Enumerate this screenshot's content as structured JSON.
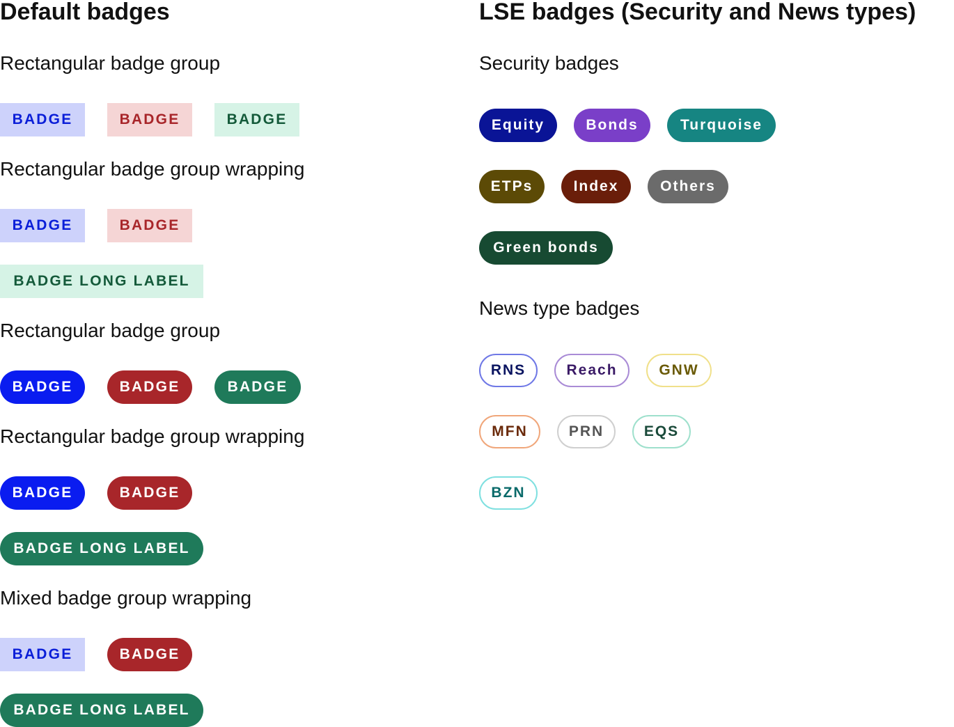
{
  "left": {
    "title": "Default badges",
    "sections": [
      {
        "heading": "Rectangular badge group",
        "rows": [
          [
            "BADGE",
            "BADGE",
            "BADGE"
          ]
        ]
      },
      {
        "heading": "Rectangular badge group wrapping",
        "rows": [
          [
            "BADGE",
            "BADGE"
          ],
          [
            "BADGE LONG LABEL"
          ]
        ]
      },
      {
        "heading": "Rectangular badge group",
        "rows": [
          [
            "BADGE",
            "BADGE",
            "BADGE"
          ]
        ]
      },
      {
        "heading": "Rectangular badge group wrapping",
        "rows": [
          [
            "BADGE",
            "BADGE"
          ],
          [
            "BADGE LONG LABEL"
          ]
        ]
      },
      {
        "heading": "Mixed badge group wrapping",
        "rows": [
          [
            "BADGE",
            "BADGE"
          ],
          [
            "BADGE LONG LABEL"
          ]
        ]
      }
    ]
  },
  "right": {
    "title": "LSE badges (Security and News types)",
    "security_heading": "Security badges",
    "security": [
      {
        "label": "Equity",
        "color": "#0a1496"
      },
      {
        "label": "Bonds",
        "color": "#7a3fc8"
      },
      {
        "label": "Turquoise",
        "color": "#168582"
      },
      {
        "label": "ETPs",
        "color": "#5c4a06"
      },
      {
        "label": "Index",
        "color": "#6a1e0a"
      },
      {
        "label": "Others",
        "color": "#6b6b6b"
      },
      {
        "label": "Green bonds",
        "color": "#174a32"
      }
    ],
    "news_heading": "News type badges",
    "news": [
      {
        "label": "RNS",
        "border": "#6f78e6",
        "text": "#0a1460"
      },
      {
        "label": "Reach",
        "border": "#a98bd6",
        "text": "#3a1a66"
      },
      {
        "label": "GNW",
        "border": "#f0e08a",
        "text": "#6a5a06"
      },
      {
        "label": "MFN",
        "border": "#f0a67a",
        "text": "#6a2a0a"
      },
      {
        "label": "PRN",
        "border": "#cfcfcf",
        "text": "#555555"
      },
      {
        "label": "EQS",
        "border": "#9ee0cc",
        "text": "#1a4a3a"
      },
      {
        "label": "BZN",
        "border": "#7fe0e0",
        "text": "#0a6a6a"
      }
    ]
  }
}
